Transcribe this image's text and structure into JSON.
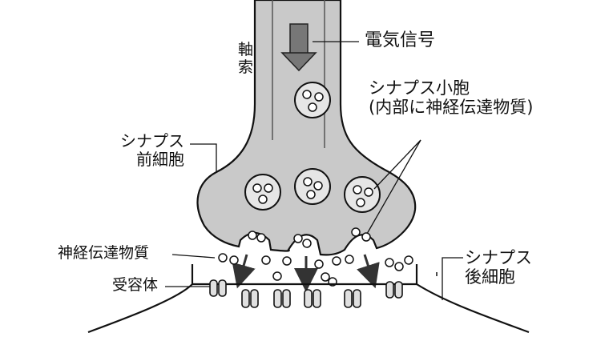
{
  "labels": {
    "axon": "軸\n索",
    "electric_signal": "電気信号",
    "synaptic_vesicle": "シナプス小胞\n(内部に神経伝達物質)",
    "presynaptic_cell": "シナプス\n前細胞",
    "neurotransmitter": "神経伝達物質",
    "receptor": "受容体",
    "postsynaptic_cell": "シナプス\n後細胞"
  },
  "colors": {
    "terminal_fill": "#c9c9c9",
    "vesicle_fill": "#e6e6e6",
    "line": "#111111"
  }
}
